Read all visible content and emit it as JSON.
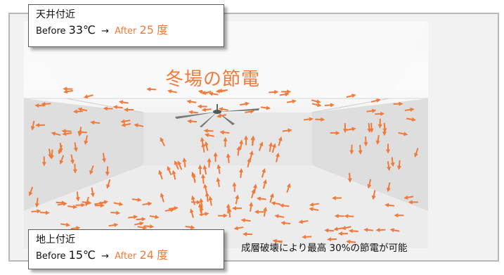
{
  "heading": "冬場の節電",
  "ceiling": {
    "place": "天井付近",
    "before_label": "Before",
    "before_value": "33℃",
    "arrow": "→",
    "after_label": "After",
    "after_value": "25",
    "after_unit": "度"
  },
  "floor": {
    "place": "地上付近",
    "before_label": "Before",
    "before_value": "15℃",
    "arrow": "→",
    "after_label": "After",
    "after_value": "24",
    "after_unit": "度"
  },
  "caption": "成層破壊により最高 30%の節電が可能",
  "colors": {
    "accent": "#f07a3a",
    "frame": "#b9b9b9",
    "text": "#111111"
  },
  "icons": [
    "ceiling-fan-icon",
    "airflow-arrow-icon"
  ]
}
